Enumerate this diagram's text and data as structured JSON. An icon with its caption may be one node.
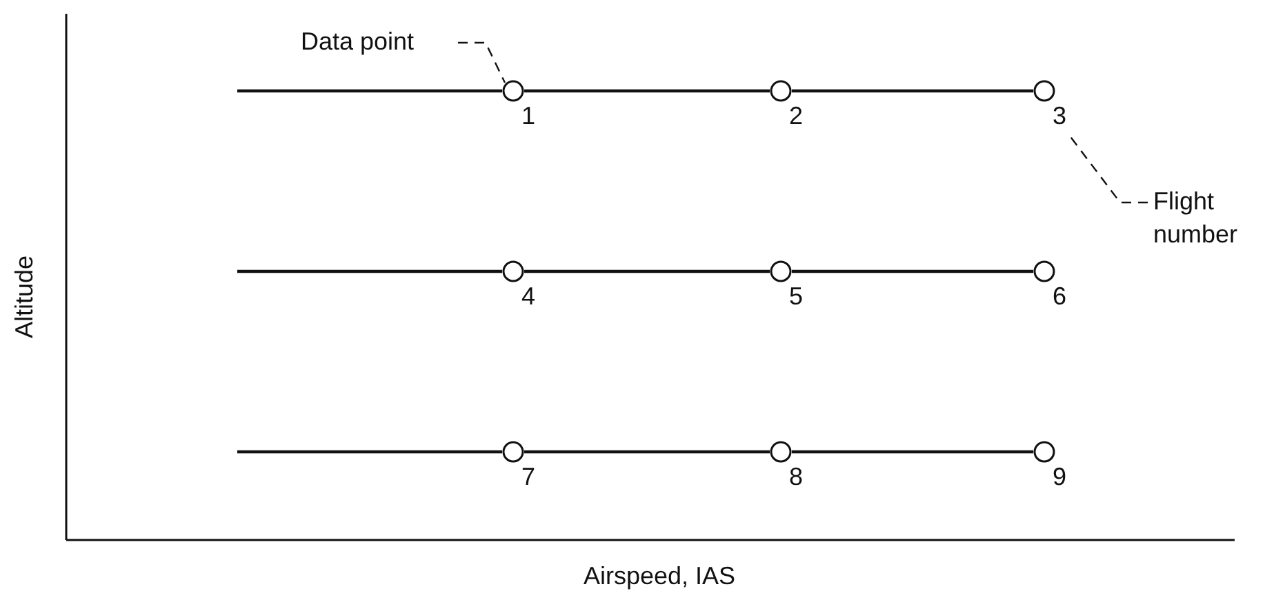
{
  "diagram": {
    "nodes": [
      {
        "text": [
          "Data point"
        ]
      },
      {
        "text": [],
        "shape": "circle",
        "beside": [
          "1"
        ]
      },
      {
        "text": [],
        "shape": "circle",
        "beside": [
          "2"
        ]
      },
      {
        "text": [],
        "shape": "circle",
        "beside": [
          "3"
        ]
      },
      {
        "text": [
          "Flight number"
        ]
      },
      {
        "text": [],
        "shape": "circle",
        "beside": [
          "4"
        ]
      },
      {
        "text": [],
        "shape": "circle",
        "beside": [
          "5"
        ]
      },
      {
        "text": [],
        "shape": "circle",
        "beside": [
          "6"
        ]
      },
      {
        "text": [],
        "shape": "circle",
        "beside": [
          "7"
        ]
      },
      {
        "text": [],
        "shape": "circle",
        "beside": [
          "8"
        ]
      },
      {
        "text": [],
        "shape": "circle",
        "beside": [
          "9"
        ]
      }
    ],
    "edges": [
      {
        "from": 0,
        "to": 1,
        "arrow": "none",
        "style": "dashed"
      },
      {
        "from": null,
        "to": 1,
        "arrow": "none"
      },
      {
        "from": 1,
        "to": 2,
        "arrow": "none"
      },
      {
        "from": 2,
        "to": 3,
        "arrow": "none"
      },
      {
        "from": 4,
        "to": 3,
        "arrow": "none",
        "style": "dashed"
      },
      {
        "from": null,
        "to": 5,
        "arrow": "none"
      },
      {
        "from": 5,
        "to": 6,
        "arrow": "none"
      },
      {
        "from": 6,
        "to": 7,
        "arrow": "none"
      },
      {
        "from": null,
        "to": 8,
        "arrow": "none"
      },
      {
        "from": 8,
        "to": 9,
        "arrow": "none"
      },
      {
        "from": 9,
        "to": 10,
        "arrow": "none"
      }
    ],
    "labels": [
      "Altitude",
      "Airspeed, IAS"
    ]
  }
}
